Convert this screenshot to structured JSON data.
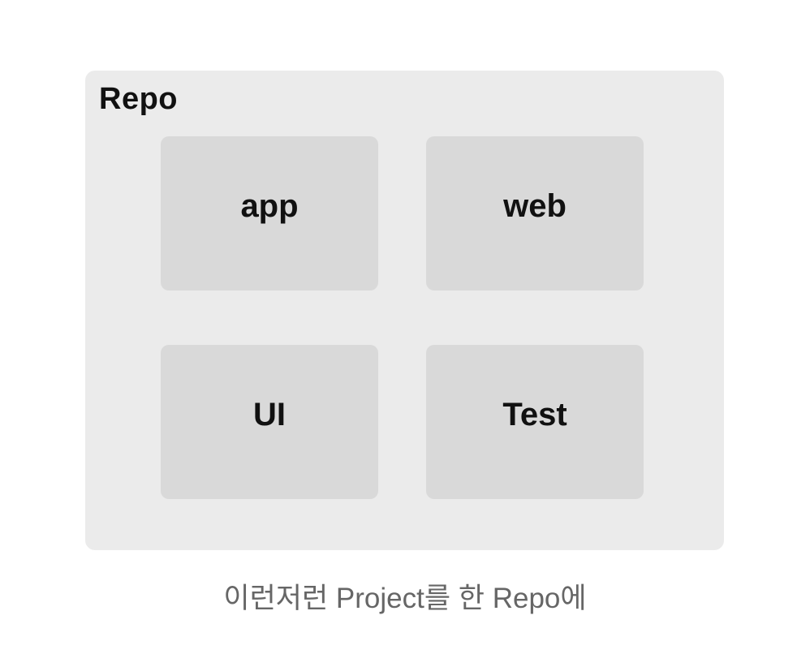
{
  "diagram": {
    "repo_group": {
      "label": "Repo",
      "projects": [
        {
          "id": "app",
          "label": "app"
        },
        {
          "id": "web",
          "label": "web"
        },
        {
          "id": "ui",
          "label": "UI"
        },
        {
          "id": "test",
          "label": "Test"
        }
      ]
    },
    "caption": "이런저런 Project를 한 Repo에",
    "colors": {
      "page_background": "#ffffff",
      "group_background": "#ebebeb",
      "box_background": "#d9d9d9",
      "label_text": "#111111",
      "caption_text": "#666666"
    }
  }
}
